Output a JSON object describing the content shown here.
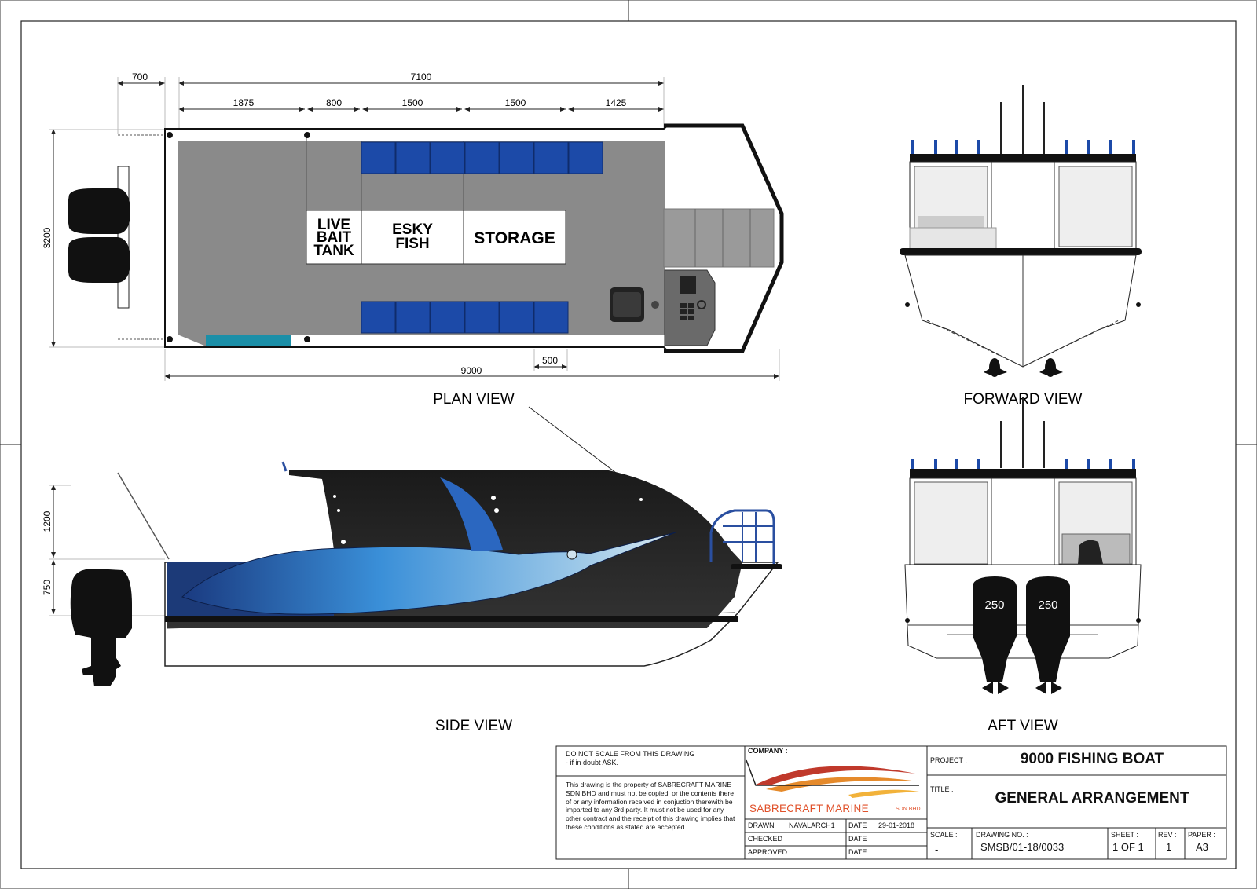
{
  "views": {
    "plan": "PLAN VIEW",
    "forward": "FORWARD VIEW",
    "side": "SIDE VIEW",
    "aft": "AFT VIEW"
  },
  "plan_dims": {
    "overhang": "700",
    "deck_length": "7100",
    "sections": [
      "1875",
      "800",
      "1500",
      "1500",
      "1425"
    ],
    "beam": "3200",
    "loa": "9000",
    "console_offset": "500"
  },
  "plan_labels": {
    "live_bait": [
      "LIVE",
      "BAIT",
      "TANK"
    ],
    "esky": [
      "ESKY",
      "FISH"
    ],
    "storage": "STORAGE"
  },
  "side_dims": {
    "cabin_height": "1200",
    "freeboard": "750"
  },
  "aft_engines": [
    "250",
    "250"
  ],
  "colors": {
    "deck": "#8a8a8a",
    "seat_blue": "#1c4aa8",
    "rail_blue": "#2a4fa0",
    "hull_dark": "#111111",
    "brand_orange": "#e0512a"
  },
  "title_block": {
    "warning_line1": "DO NOT SCALE FROM THIS DRAWING",
    "warning_line2": "- if in doubt ASK.",
    "notice": "This drawing is the property of SABRECRAFT MARINE SDN BHD and must not be copied, or the contents there of or any information received in conjuction therewith be imparted to any 3rd party. It must not be used for any other contract and the receipt of this drawing implies that these conditions as stated are accepted.",
    "company_label": "COMPANY :",
    "company_name": "SABRECRAFT MARINE",
    "company_suffix": "SDN BHD",
    "drawn_label": "DRAWN",
    "drawn_value": "NAVALARCH1",
    "date_label": "DATE",
    "date_value": "29-01-2018",
    "checked_label": "CHECKED",
    "approved_label": "APPROVED",
    "project_label": "PROJECT :",
    "project_value": "9000 FISHING BOAT",
    "title_label": "TITLE :",
    "title_value": "GENERAL ARRANGEMENT",
    "scale_label": "SCALE :",
    "scale_value": "-",
    "drawing_no_label": "DRAWING NO. :",
    "drawing_no_value": "SMSB/01-18/0033",
    "sheet_label": "SHEET :",
    "sheet_value": "1 OF 1",
    "rev_label": "REV :",
    "rev_value": "1",
    "paper_label": "PAPER :",
    "paper_value": "A3"
  }
}
